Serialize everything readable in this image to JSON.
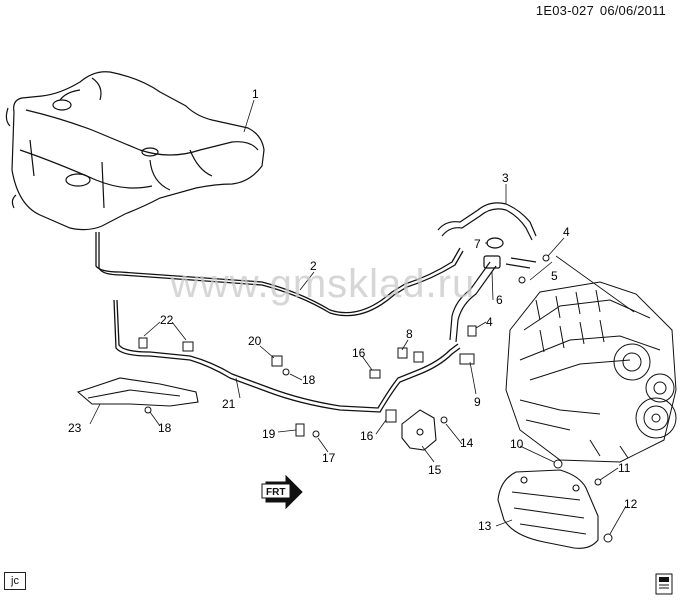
{
  "header": {
    "diagram_id": "1E03-027",
    "date": "06/06/2011"
  },
  "watermark": "www.gmsklad.ru",
  "corner_badge": "jc",
  "frt_label": "FRT",
  "callouts": [
    {
      "id": "c1",
      "label": "1"
    },
    {
      "id": "c2",
      "label": "2"
    },
    {
      "id": "c3",
      "label": "3"
    },
    {
      "id": "c4a",
      "label": "4"
    },
    {
      "id": "c4b",
      "label": "4"
    },
    {
      "id": "c5",
      "label": "5"
    },
    {
      "id": "c6",
      "label": "6"
    },
    {
      "id": "c7",
      "label": "7"
    },
    {
      "id": "c8",
      "label": "8"
    },
    {
      "id": "c9",
      "label": "9"
    },
    {
      "id": "c10",
      "label": "10"
    },
    {
      "id": "c11",
      "label": "11"
    },
    {
      "id": "c12",
      "label": "12"
    },
    {
      "id": "c13",
      "label": "13"
    },
    {
      "id": "c14",
      "label": "14"
    },
    {
      "id": "c15",
      "label": "15"
    },
    {
      "id": "c16a",
      "label": "16"
    },
    {
      "id": "c16b",
      "label": "16"
    },
    {
      "id": "c17",
      "label": "17"
    },
    {
      "id": "c18a",
      "label": "18"
    },
    {
      "id": "c18b",
      "label": "18"
    },
    {
      "id": "c19",
      "label": "19"
    },
    {
      "id": "c20",
      "label": "20"
    },
    {
      "id": "c21",
      "label": "21"
    },
    {
      "id": "c22",
      "label": "22"
    },
    {
      "id": "c23",
      "label": "23"
    }
  ]
}
